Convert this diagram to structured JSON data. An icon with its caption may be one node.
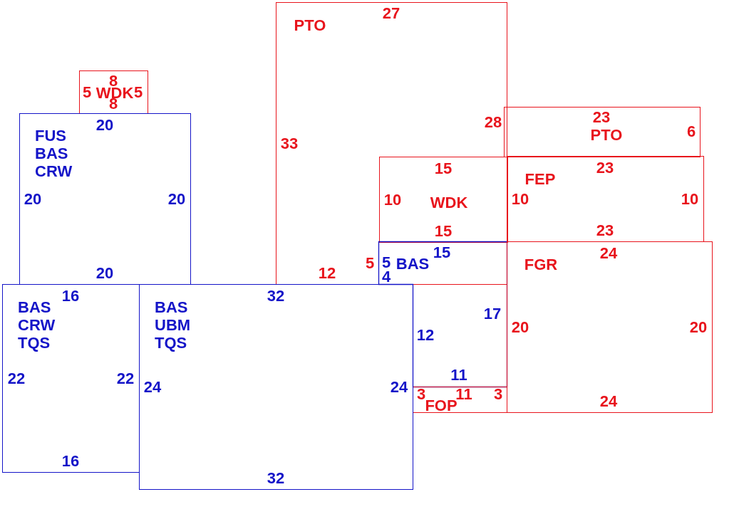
{
  "diagram": {
    "nodes": [
      {
        "text": [
          "8",
          "5",
          "WDK",
          "5",
          "8"
        ]
      },
      {
        "text": [
          "20",
          "FUS BAS CRW",
          "20",
          "20",
          "20"
        ]
      },
      {
        "text": [
          "27",
          "PTO",
          "28",
          "33",
          "5",
          "12"
        ]
      },
      {
        "text": [
          "23",
          "PTO",
          "6"
        ]
      },
      {
        "text": [
          "15",
          "10",
          "WDK",
          "15"
        ],
        "in": 2
      },
      {
        "text": [
          "23",
          "FEP",
          "10",
          "10",
          "23"
        ]
      },
      {
        "text": [
          "15",
          "5",
          "BAS",
          "4",
          "17",
          "12",
          "11"
        ]
      },
      {
        "text": [
          "24",
          "FGR",
          "20",
          "20",
          "24"
        ]
      },
      {
        "text": [
          "3",
          "11",
          "3",
          "FOP"
        ]
      },
      {
        "text": [
          "16",
          "BAS CRW TQS",
          "22",
          "22",
          "16"
        ]
      },
      {
        "text": [
          "32",
          "BAS UBM TQS",
          "24",
          "24",
          "32"
        ]
      }
    ]
  }
}
